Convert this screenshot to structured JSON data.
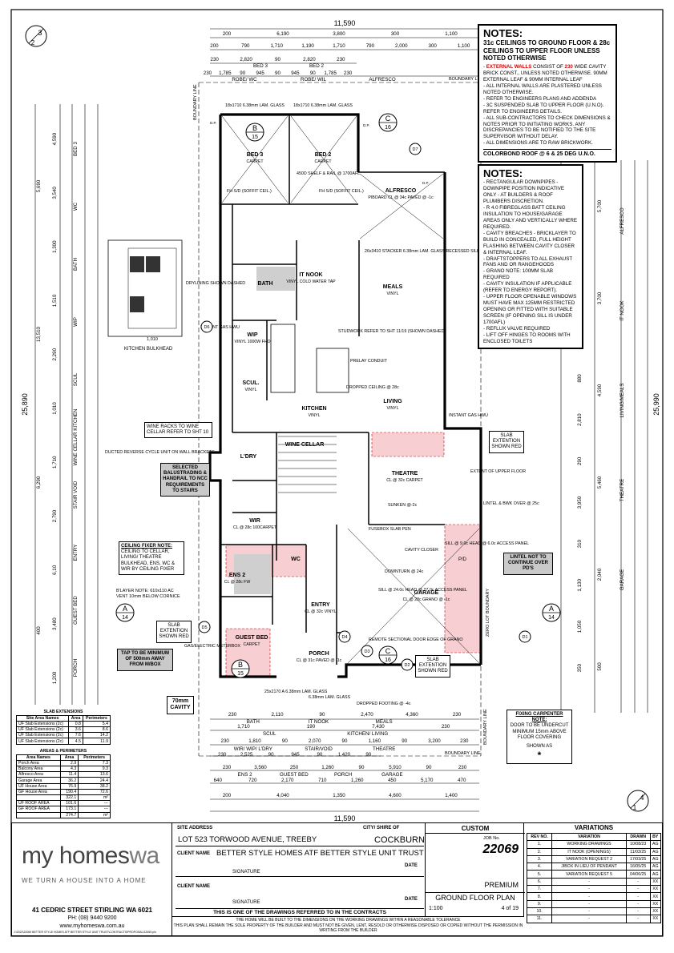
{
  "overall": {
    "top_width": "11,590",
    "bottom_width": "11,590",
    "left_height": "25,890",
    "right_height": "25,990",
    "top_row1": [
      "200",
      "6,190",
      "3,800",
      "300",
      "1,100"
    ],
    "top_row2": [
      "200",
      "790",
      "1,710",
      "1,190",
      "1,710",
      "790",
      "2,000",
      "300",
      "1,100"
    ],
    "top_row3": [
      "230",
      "2,820",
      "90",
      "2,820",
      "230"
    ],
    "top_row3_rooms": [
      "BED 3",
      "BED 2"
    ],
    "top_row4": [
      "230",
      "1,785",
      "90",
      "945",
      "90",
      "945",
      "90",
      "1,785",
      "230"
    ],
    "top_row4_rooms": [
      "ROBE/ WC",
      "ROBE/ WIL",
      "ALFRESCO"
    ],
    "bottom_row1": [
      "230",
      "2,110",
      "90",
      "2,470",
      "4,360",
      "230"
    ],
    "bottom_row1_rooms": [
      "BATH",
      "IT NOOK",
      "MEALS"
    ],
    "bottom_row2": [
      "1,710",
      "190",
      "7,430",
      "230"
    ],
    "bottom_row2_rooms": [
      "SCUL",
      "KITCHEN/ LIVING"
    ],
    "bottom_row3": [
      "230",
      "1,810",
      "90",
      "2,070",
      "90",
      "1,160",
      "90",
      "3,200",
      "230"
    ],
    "bottom_row3_rooms": [
      "WIR/ WIP/ L'DRY",
      "STAIR/VOID",
      "THEATRE"
    ],
    "bottom_row4": [
      "230",
      "2,525",
      "90",
      "945",
      "90",
      "1,420",
      "90"
    ],
    "bottom_row5": [
      "230",
      "3,560",
      "250",
      "1,260",
      "90",
      "5,910",
      "90",
      "230"
    ],
    "bottom_row5_rooms": [
      "ENS 2",
      "GUEST BED",
      "PORCH",
      "GARAGE"
    ],
    "bottom_row6": [
      "640",
      "720",
      "2,170",
      "710",
      "1,260",
      "450",
      "5,170",
      "470"
    ],
    "bottom_row7": [
      "200",
      "4,040",
      "1,350",
      "4,600",
      "1,400"
    ],
    "left_outer": [
      "5,690",
      "13,510",
      "6,290",
      "400"
    ],
    "right_outer": [
      "5,700",
      "3,700",
      "4,590",
      "5,460",
      "2,040",
      "500"
    ],
    "left_rooms": [
      "BED 3",
      "WC",
      "BATH",
      "WIP",
      "SCUL",
      "WINE CELLAR KITCHEN",
      "STAIR VOID",
      "ENTRY",
      "GUEST BED",
      "PORCH"
    ],
    "right_rooms": [
      "ALFRESCO",
      "IT NOOK",
      "LIVING/MEALS",
      "THEATRE",
      "GARAGE"
    ]
  },
  "rooms": [
    {
      "name": "BED 3",
      "detail": "CARPET"
    },
    {
      "name": "BED 2",
      "detail": "CARPET"
    },
    {
      "name": "ALFRESCO",
      "detail": "PIBOARD CL @ 34c PAVED @ -1c"
    },
    {
      "name": "BATH",
      "detail": ""
    },
    {
      "name": "IT NOOK",
      "detail": "VINYL COLD WATER TAP"
    },
    {
      "name": "MEALS",
      "detail": "VINYL"
    },
    {
      "name": "WIP",
      "detail": "VINYL 1000W FHO"
    },
    {
      "name": "SCUL.",
      "detail": "VINYL"
    },
    {
      "name": "KITCHEN",
      "detail": "VINYL"
    },
    {
      "name": "LIVING",
      "detail": "VINYL"
    },
    {
      "name": "L'DRY",
      "detail": ""
    },
    {
      "name": "WINE CELLAR",
      "detail": ""
    },
    {
      "name": "THEATRE",
      "detail": "CL @ 32c CARPET"
    },
    {
      "name": "WIR",
      "detail": "CL @ 28c 100CARPET"
    },
    {
      "name": "ENS 2",
      "detail": "CL @ 28c FW"
    },
    {
      "name": "WC",
      "detail": ""
    },
    {
      "name": "ENTRY",
      "detail": "CL @ 32c VINYL"
    },
    {
      "name": "GARAGE",
      "detail": "CL @ 28c GRANO @ -1c"
    },
    {
      "name": "GUEST BED",
      "detail": "CARPET"
    },
    {
      "name": "PORCH",
      "detail": "CL @ 31c PAVED @ -1c"
    }
  ],
  "annotations": {
    "window_bed3": "18x1710 6.38mm LAM. GLASS",
    "window_bed2": "18x1710 6.38mm LAM. GLASS",
    "stacker": "26x3410 STACKER 6.38mm LAM. GLASS RECESSED SILL",
    "shelf_rail": "450D SHELF & RAIL @ 1700AFL",
    "fh_sd": "FH S/D (SOFFIT CEIL.)",
    "drylining": "DRYLINING SHOWN DASHED",
    "instant_gas": "INSTANT GAS HWU",
    "studwork": "STUDWORK REFER TO SHT 11/19 (SHOWN DASHED)",
    "prelay": "PRELAY CONDUIT",
    "dropped": "DROPPED CEILING @ 28c",
    "extent_upper": "EXTENT OF UPPER FLOOR",
    "lintel": "LINTEL & BWK OVER @ 25c",
    "sunken": "SUNKEN @-2c",
    "ducted": "DUCTED REVERSE CYCLE UNIT ON WALL BRACKETS",
    "fusebox": "FUSEBOX SLAB PEN",
    "cavity_closer": "CAVITY CLOSER",
    "downturn": "DOWNTURN @ 24c",
    "sill": "SILL @ 9.0c HEAD @ 6.0c ACCESS PANEL",
    "access": "SILL @ 24.0c HEAD @ 27.0c ACCESS PANEL",
    "remote": "REMOTE SECTIONAL DOOR EDGE OF GRANO",
    "gas_meter": "GAS/ELECTRIC METERBOX",
    "cavity": "70mm CAVITY",
    "dropped_footing": "DROPPED FOOTING @ -4c",
    "window_guest": "25x2170 A 6.38mm LAM. GLASS",
    "window_porch": "6.38mm LAM. GLASS",
    "blayer": "B'LAYER NOTE: 610x110 AC VENT 10mm BELOW CORNICE",
    "kitchen_bulkhead": "KITCHEN BULKHEAD",
    "kitchen_bulkhead_dim": "1,010",
    "boundary_top": "BOUNDARY LINE",
    "boundary_left": "BOUNDARY LINE",
    "boundary_bottom": "BOUNDARY LINE",
    "zero_lot": "ZERO LOT BOUNDARY",
    "pd": "P/D",
    "dp": "D.P."
  },
  "callouts": {
    "top_left": {
      "num": "3",
      "sheet": "2"
    },
    "bottom_right": {
      "num": "4",
      "sheet": "1"
    },
    "b15_top": {
      "letter": "B",
      "num": "15"
    },
    "b15_bottom": {
      "letter": "B",
      "num": "15"
    },
    "c16_top": {
      "letter": "C",
      "num": "16"
    },
    "c16_bottom": {
      "letter": "C",
      "num": "16"
    },
    "a14_left": {
      "letter": "A",
      "num": "14"
    },
    "a14_right": {
      "letter": "A",
      "num": "14"
    },
    "d_tags": [
      "D7",
      "D6",
      "D5",
      "D1",
      "D2",
      "D3",
      "D4"
    ]
  },
  "notes_top": {
    "title": "NOTES:",
    "sub": "31c CEILINGS TO GROUND FLOOR & 28c CEILINGS TO UPPER FLOOR UNLESS NOTED OTHERWISE",
    "ext_walls_label": "EXTERNAL WALLS",
    "ext_walls_rest": " CONSIST OF ",
    "ext_walls_num": "230",
    "ext_walls_tail": " WIDE CAVITY BRICK CONST., UNLESS NOTED OTHERWISE. 90mm EXTERNAL LEAF & 90mm INTERNAL LEAF",
    "items": [
      "ALL INTERNAL WALLS ARE PLASTERED UNLESS NOTED OTHERWISE.",
      "REFER TO ENGINEERS PLANS AND ADDENDA",
      "3c SUSPENDED SLAB TO UPPER FLOOR (U.N.O). REFER TO ENGINEERS DETAILS.",
      "ALL SUB-CONTRACTORS TO CHECK DIMENSIONS & NOTES PRIOR TO INITIATING WORKS. ANY DISCREPANCIES TO BE NOTIFIED TO THE SITE SUPERVISOR WITHOUT DELAY.",
      "ALL DIMENSIONS ARE TO RAW BRICKWORK."
    ],
    "footer": "COLORBOND ROOF @ 6 & 25 DEG U.N.O."
  },
  "notes_bottom": {
    "title": "NOTES:",
    "items": [
      "RECTANGULAR DOWNPIPES - DOWNPIPE POSITION INDICATIVE ONLY - AT BUILDERS & ROOF PLUMBERS DISCRETION.",
      "R 4.0 FIBREGLASS BATT CEILING INSULATION TO HOUSE/GARAGE AREAS ONLY AND VERTICALLY WHERE REQUIRED.",
      "CAVITY BREACHES - BRICKLAYER TO BUILD IN CONCEALED, FULL HEIGHT FLASHING BETWEEN CAVITY CLOSER & INTERNAL LEAF.",
      "DRAFTSTOPPERS TO ALL EXHAUST FANS AND OR RANGEHOODS",
      "GRANO NOTE: 100mm SLAB REQUIRED",
      "CAVITY INSULATION IF APPLICABLE (REFER TO ENERGY REPORT).",
      "UPPER FLOOR OPENABLE WINDOWS MUST HAVE MAX 125mm RESTRICTED OPENING OR FITTED WITH SUITABLE SCREEN (IF OPENING SILL IS UNDER 1700AFL)",
      "REFLUX VALVE REQUIRED",
      "LIFT OFF HINGES TO ROOMS WITH ENCLOSED TOILETS"
    ]
  },
  "boxes": {
    "wine_racks": "WINE RACKS TO WINE CELLAR REFER TO SHT 10",
    "balustrading": "SELECTED BALUSTRADING & HANDRAIL TO NCC REQUIREMENTS TO STAIRS",
    "ceiling_fixer_title": "CEILING FIXER NOTE:",
    "ceiling_fixer": "CEILING TO CELLAR, LIVING/ THEATRE BULKHEAD, ENS, WC & WIR BY CEILING FIXER",
    "tap": "TAP TO BE MINIMUM OF 500mm AWAY FROM M/BOX",
    "lintel_not": "LINTEL NOT TO CONTINUE OVER PD'S",
    "slab_ext_1": "SLAB EXTENTION SHOWN RED",
    "slab_ext_2": "SLAB EXTENTION SHOWN RED",
    "slab_ext_3": "SLAB EXTENTION SHOWN RED",
    "fixing_title": "FIXING CARPENTER NOTE:",
    "fixing": "DOOR TO BE UNDERCUT MINIMUM 15mm ABOVE FLOOR COVERING",
    "fixing_shown": "SHOWN AS",
    "fixing_mark": "*"
  },
  "slab_table": {
    "title": "SLAB EXTENSIONS",
    "headers": [
      "Site Area Names",
      "Area",
      "Perimeters"
    ],
    "rows": [
      [
        "UF Slab Extensions (2c)",
        "0.8",
        "5.4"
      ],
      [
        "UF Slab Extensions (2c)",
        "3.6",
        "8.6"
      ],
      [
        "UF Slab Extensions (2c)",
        "7.6",
        "14.2"
      ],
      [
        "UF Slab Extensions (2c)",
        "4.5",
        "11.9"
      ]
    ]
  },
  "area_table": {
    "title": "AREAS & PERIMETERS",
    "headers": [
      "Area Names",
      "Area",
      "Perimeters"
    ],
    "rows": [
      [
        "Porch Area",
        "2.9",
        "7.3"
      ],
      [
        "Balcony Area",
        "4.3",
        "9.3"
      ],
      [
        "Alfresco Area",
        "11.4",
        "13.6"
      ],
      [
        "Garage Area",
        "36.2",
        "24.4"
      ],
      [
        "UF House Area",
        "76.9",
        "38.2"
      ],
      [
        "GF House Area",
        "190.4",
        "72.6"
      ],
      [
        "",
        "322.1",
        "m²"
      ],
      [
        "UF ROOF AREA",
        "101.6",
        "---"
      ],
      [
        "GF ROOF AREA",
        "173.1",
        "---"
      ],
      [
        "",
        "274.7",
        "m²"
      ]
    ]
  },
  "title_block": {
    "logo_main": "my homes",
    "logo_accent": "wa",
    "tagline": "WE TURN A HOUSE INTO A HOME",
    "address": "41 CEDRIC STREET STIRLING WA 6021",
    "phone": "PH: (08) 9440 9200",
    "web": "www.myhomeswa.com.au",
    "file_path": "J:\\2022\\22069 BETTER STYLE HOMES ATF BETTER STYLE UNIT TRUST\\CONTRACTS\\PROPOSAL\\22069.pln",
    "site_label": "SITE ADDRESS",
    "site": "LOT 523 TORWOOD AVENUE, TREEBY",
    "city_label": "CITY/ SHIRE OF",
    "city": "COCKBURN",
    "client_label": "CLIENT NAME",
    "client": "BETTER STYLE HOMES ATF BETTER STYLE UNIT TRUST",
    "client2_label": "CLIENT NAME",
    "signature": "SIGNATURE",
    "date": "DATE",
    "contract_note": "THIS IS ONE OF THE DRAWINGS REFERRED TO IN THE CONTRACTS",
    "custom": "CUSTOM",
    "job_label": "JOB No.",
    "job": "22069",
    "premium": "PREMIUM",
    "plan": "GROUND FLOOR PLAN",
    "scale": "1:100",
    "sheet": "4 of 19",
    "footer1": "THE HOME WILL BE BUILT TO THE DIMENSIONS ON THE WORKING DRAWINGS WITHIN A REASONABLE TOLERANCE",
    "footer2": "THIS PLAN SHALL REMAIN THE SOLE PROPERTY OF THE BUILDER AND MUST NOT BE GIVEN, LENT, RESOLD OR OTHERWISE DISPOSED OR COPIED WITHOUT THE PERMISSION IN WRITING FROM THE BUILDER"
  },
  "variations": {
    "title": "VARIATIONS",
    "headers": [
      "REV NO.",
      "VARIATION",
      "DRAWN",
      "BY"
    ],
    "rows": [
      [
        "1.",
        "WORKING DRAWINGS",
        "10/08/23",
        "AG"
      ],
      [
        "2.",
        "IT NOOK (OPENINGS)",
        "11/03/25",
        "AG"
      ],
      [
        "3.",
        "VARIATION REQUEST 2",
        "17/03/25",
        "AG"
      ],
      [
        "4.",
        "JIBOX IN LIEU OF PENDANT",
        "16/05/25",
        "AG"
      ],
      [
        "5.",
        "VARIATION REQUEST 5",
        "04/06/25",
        "AG"
      ],
      [
        "6.",
        "-",
        "-",
        "XX"
      ],
      [
        "7.",
        "-",
        "-",
        "XX"
      ],
      [
        "8.",
        "-",
        "-",
        "XX"
      ],
      [
        "9.",
        "-",
        "-",
        "XX"
      ],
      [
        "10.",
        "-",
        "-",
        "XX"
      ],
      [
        "11.",
        "-",
        "-",
        "XX"
      ]
    ]
  }
}
